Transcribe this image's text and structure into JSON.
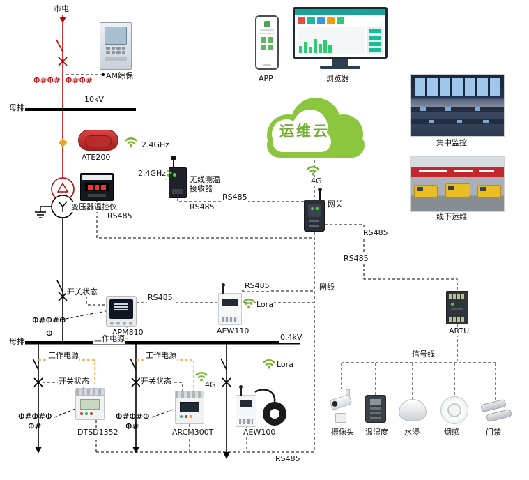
{
  "annotations": {
    "utility": "市电",
    "voltage_high": "10kV",
    "voltage_low": "0.4kV",
    "busbar_high": "母排",
    "busbar_low": "母排",
    "switch_status_main": "开关状态",
    "switch_status_f1": "开关状态",
    "switch_status_f2": "开关状态",
    "power_apm": "工作电源",
    "power_f1": "工作电源",
    "power_f2": "工作电源"
  },
  "glyphs": {
    "ct_hv_left": "Φ#Φ#",
    "ct_hv_right": "Φ#Φ#",
    "ct_main": "Φ#Φ#Φ",
    "ct_main_single": "Φ",
    "ct_f1_a": "Φ#Φ#Φ",
    "ct_f1_b": "Φ#",
    "ct_f2_a": "Φ#Φ#Φ",
    "ct_f2_b": "Φ#"
  },
  "links": {
    "rs485_temp": "RS485",
    "rs485_receiver": "RS485",
    "rs485_line_gw": "RS485",
    "rs485_gw_right_1": "RS485",
    "rs485_gw_right_2": "RS485",
    "rs485_apm": "RS485",
    "rs485_aew110": "RS485",
    "rs485_bottom": "RS485",
    "wireless_ate": "2.4GHz",
    "wireless_receiver": "2.4GHz",
    "wireless_cloud": "4G",
    "wireless_arcm": "4G",
    "lora_aew110": "Lora",
    "lora_aew100": "Lora",
    "netcable": "网线",
    "signal_line": "信号线"
  },
  "cloud": {
    "label": "运维云"
  },
  "devices": {
    "am": "AM综保",
    "ate200": "ATE200",
    "temp_controller": "变压器温控仪",
    "receiver_l1": "无线测温",
    "receiver_l2": "接收器",
    "gateway": "网关",
    "apm810": "APM810",
    "aew110": "AEW110",
    "artu": "ARTU",
    "dtsd1352": "DTSD1352",
    "arcm300t": "ARCM300T",
    "aew100": "AEW100"
  },
  "endpoints": {
    "app": "APP",
    "browser": "浏览器",
    "central_monitoring": "集中监控",
    "field_ops": "线下运维"
  },
  "sensors": {
    "camera": "摄像头",
    "temp_humidity": "温湿度",
    "water_leak": "水浸",
    "smoke": "烟感",
    "door": "门禁"
  },
  "colors": {
    "hv_line": "#c00000",
    "wireless_green": "#76b82a",
    "cloud_green": "#8cc63f",
    "power_orange": "#f0a22e"
  }
}
